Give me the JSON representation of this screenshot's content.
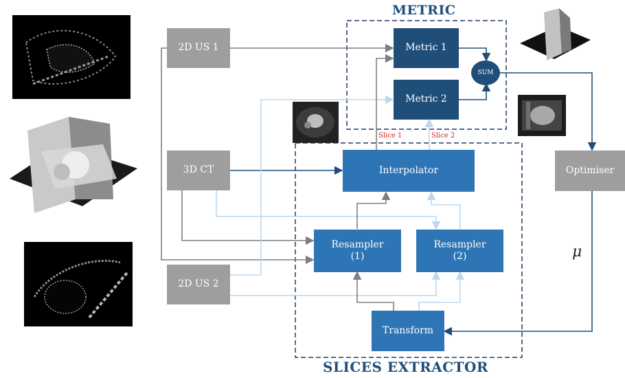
{
  "diagram": {
    "metric_title": "METRIC",
    "extractor_title": "SLICES EXTRACTOR",
    "nodes": {
      "us1": "2D US 1",
      "ct": "3D CT",
      "us2": "2D US 2",
      "metric1": "Metric 1",
      "metric2": "Metric 2",
      "sum": "SUM",
      "interpolator": "Interpolator",
      "resampler1_line1": "Resampler",
      "resampler1_line2": "(1)",
      "resampler2_line1": "Resampler",
      "resampler2_line2": "(2)",
      "transform": "Transform",
      "optimiser": "Optimiser"
    },
    "slice1_label": "Slice 1",
    "slice2_label": "Slice 2",
    "mu": "μ"
  },
  "colors": {
    "grey_box": "#9e9e9e",
    "dark_blue": "#1f4e79",
    "mid_blue": "#2e75b6",
    "light_line": "#bdd7ee",
    "grey_line": "#7f7f7f",
    "slice_label": "#e02020"
  }
}
